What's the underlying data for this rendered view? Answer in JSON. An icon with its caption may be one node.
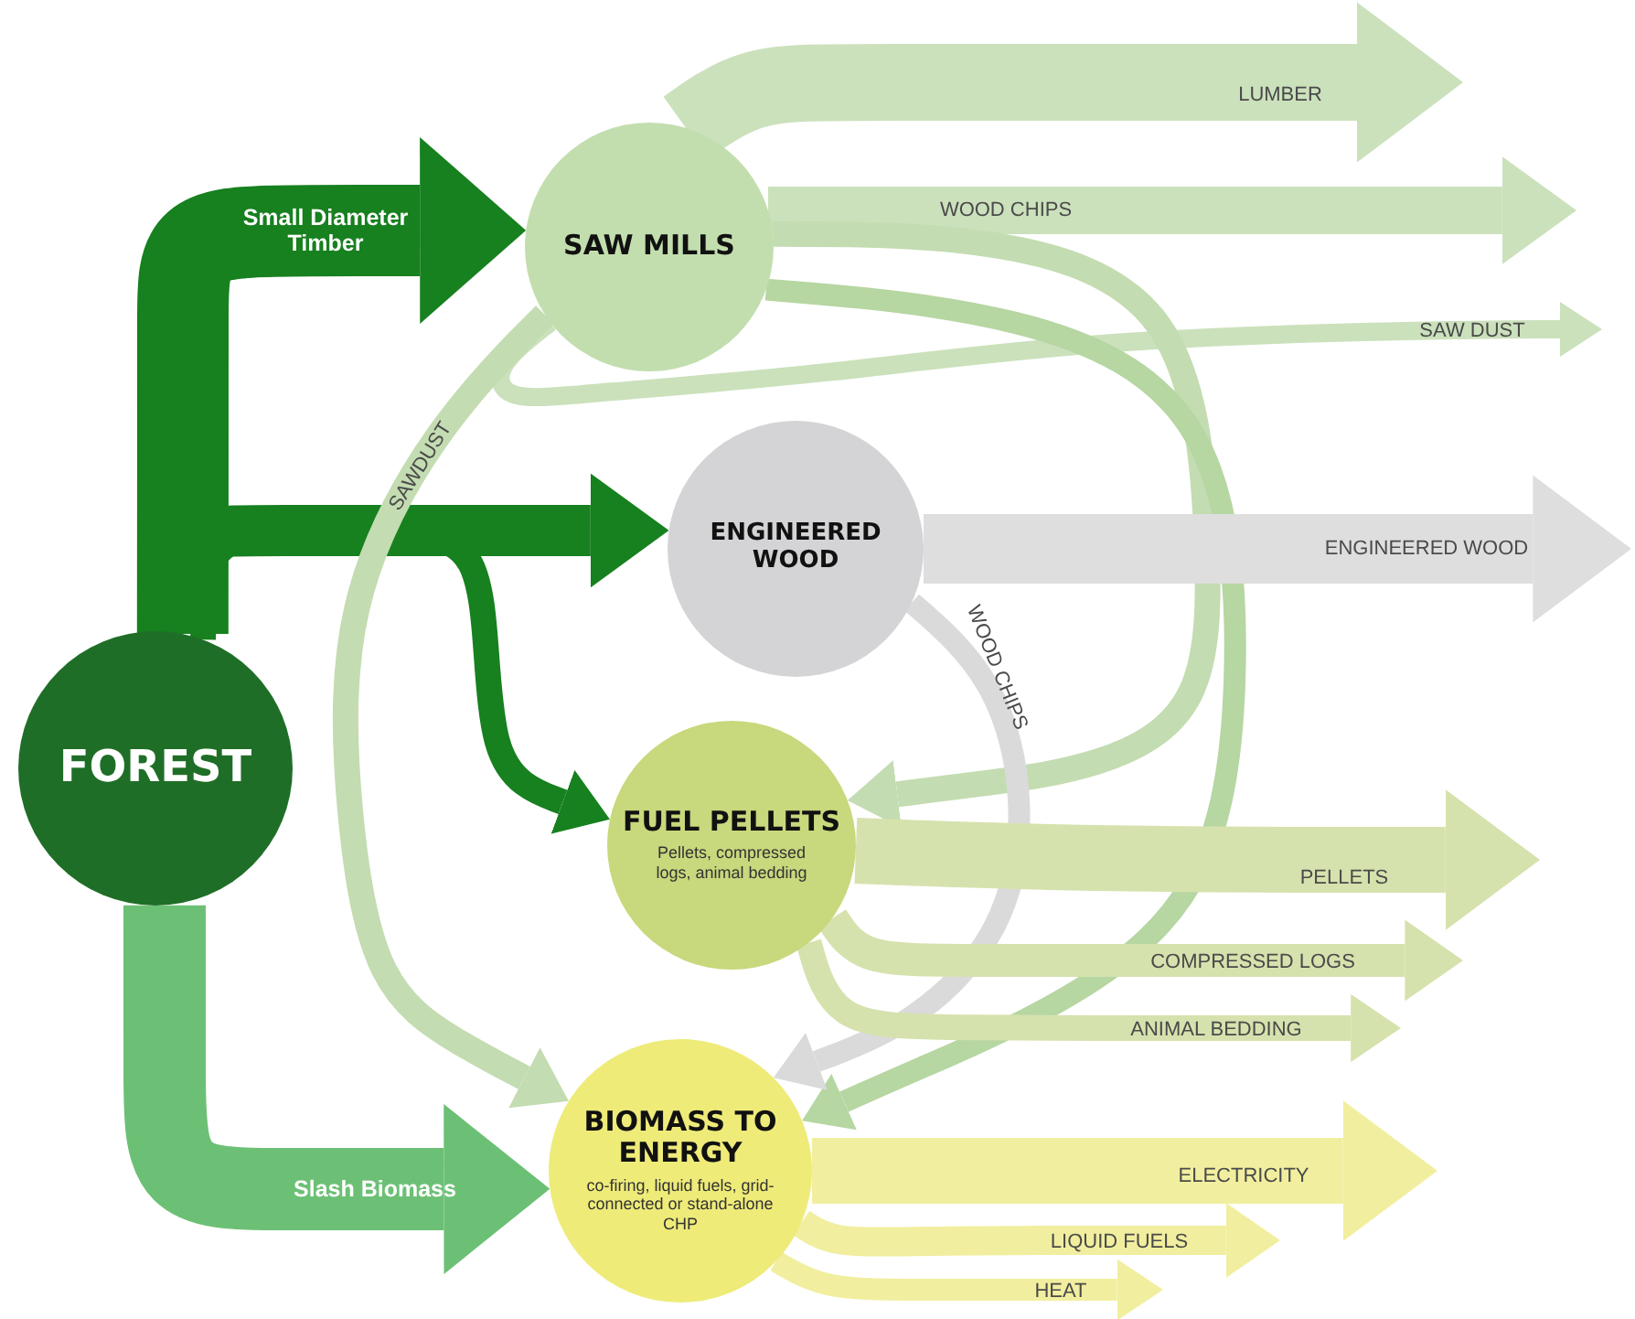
{
  "diagram": {
    "nodes": [
      {
        "text": [
          "FOREST"
        ]
      },
      {
        "text": [
          "SAW MILLS"
        ]
      },
      {
        "text": [
          "ENGINEERED WOOD"
        ]
      },
      {
        "text": [
          "FUEL PELLETS",
          "Pellets, compressed logs, animal bedding"
        ]
      },
      {
        "text": [
          "BIOMASS TO ENERGY",
          "co-firing, liquid fuels, grid-connected or stand-alone CHP"
        ]
      }
    ],
    "edges": [
      {
        "from": 0,
        "to": 1,
        "arrow": "to",
        "label": "Small Diameter Timber",
        "style": "thick",
        "color": "#17801f"
      },
      {
        "from": 0,
        "to": 2,
        "arrow": "to",
        "color": "#17801f"
      },
      {
        "from": 0,
        "to": 3,
        "arrow": "to",
        "color": "#17801f"
      },
      {
        "from": 0,
        "to": 4,
        "arrow": "to",
        "label": "Slash Biomass",
        "style": "thick",
        "color": "#6cc075"
      },
      {
        "from": 1,
        "to": null,
        "arrow": "to",
        "label": "LUMBER",
        "style": "thick",
        "color": "#cbe1bc"
      },
      {
        "from": 1,
        "to": null,
        "arrow": "to",
        "label": "WOOD CHIPS",
        "color": "#cbe1bc"
      },
      {
        "from": 1,
        "to": null,
        "arrow": "to",
        "label": "SAW DUST",
        "color": "#cbe1bc"
      },
      {
        "from": 1,
        "to": 4,
        "arrow": "to",
        "label": "SAWDUST",
        "color": "#c3dcb1"
      },
      {
        "from": 1,
        "to": 3,
        "arrow": "to",
        "color": "#c3dcb1"
      },
      {
        "from": 1,
        "to": 4,
        "arrow": "to",
        "color": "#b6d6a2"
      },
      {
        "from": 2,
        "to": null,
        "arrow": "to",
        "label": "ENGINEERED WOOD",
        "style": "thick",
        "color": "#dedede"
      },
      {
        "from": 2,
        "to": 4,
        "arrow": "to",
        "label": "WOOD CHIPS",
        "color": "#dadada"
      },
      {
        "from": 3,
        "to": null,
        "arrow": "to",
        "label": "PELLETS",
        "style": "thick",
        "color": "#d6e2ad"
      },
      {
        "from": 3,
        "to": null,
        "arrow": "to",
        "label": "COMPRESSED LOGS",
        "color": "#d6e2ad"
      },
      {
        "from": 3,
        "to": null,
        "arrow": "to",
        "label": "ANIMAL BEDDING",
        "color": "#d6e2ad"
      },
      {
        "from": 4,
        "to": null,
        "arrow": "to",
        "label": "ELECTRICITY",
        "style": "thick",
        "color": "#f1ef9f"
      },
      {
        "from": 4,
        "to": null,
        "arrow": "to",
        "label": "LIQUID FUELS",
        "color": "#f1ef9f"
      },
      {
        "from": 4,
        "to": null,
        "arrow": "to",
        "label": "HEAT",
        "color": "#f1ef9f"
      }
    ]
  }
}
